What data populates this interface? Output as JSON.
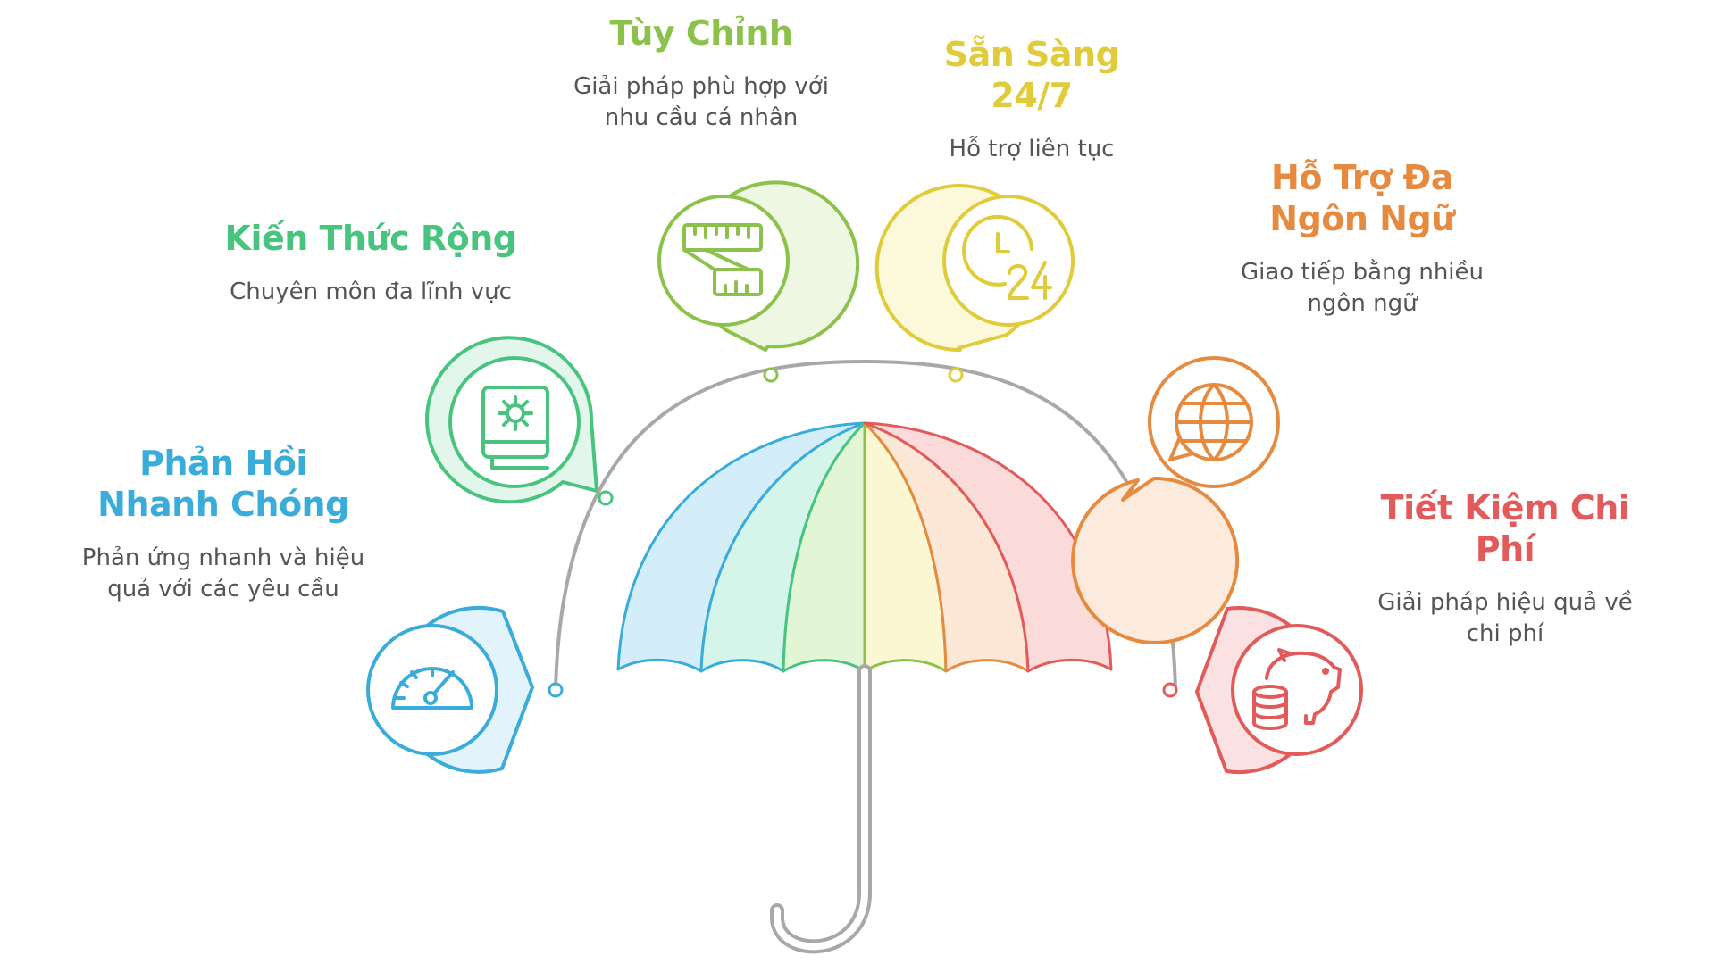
{
  "colors": {
    "blue": "#39ACD9",
    "green": "#48C47F",
    "lime": "#8CC24B",
    "yellow": "#E0CB3A",
    "orange": "#E58A3E",
    "red": "#E25A5A",
    "arc": "#A8A8A8",
    "description_text": "#555555"
  },
  "features": [
    {
      "id": "phan-hoi",
      "title": "Phản Hồi Nhanh Chóng",
      "description": "Phản ứng nhanh và hiệu quả với các yêu cầu",
      "icon": "speedometer-icon",
      "color": "#39ACD9"
    },
    {
      "id": "kien-thuc",
      "title": "Kiến Thức Rộng",
      "description": "Chuyên môn đa lĩnh vực",
      "icon": "gear-book-icon",
      "color": "#48C47F"
    },
    {
      "id": "tuy-chinh",
      "title": "Tùy Chỉnh",
      "description": "Giải pháp phù hợp với nhu cầu cá nhân",
      "icon": "measuring-tape-icon",
      "color": "#8CC24B"
    },
    {
      "id": "san-sang",
      "title": "Sẵn Sàng 24/7",
      "description": "Hỗ trợ liên tục",
      "icon": "clock-24-icon",
      "color": "#E0CB3A"
    },
    {
      "id": "da-ngon-ngu",
      "title": "Hỗ Trợ Đa Ngôn Ngữ",
      "description": "Giao tiếp bằng nhiều ngôn ngữ",
      "icon": "globe-speech-icon",
      "color": "#E58A3E"
    },
    {
      "id": "tiet-kiem",
      "title": "Tiết Kiệm Chi Phí",
      "description": "Giải pháp hiệu quả về chi phí",
      "icon": "piggy-bank-coins-icon",
      "color": "#E25A5A"
    }
  ]
}
